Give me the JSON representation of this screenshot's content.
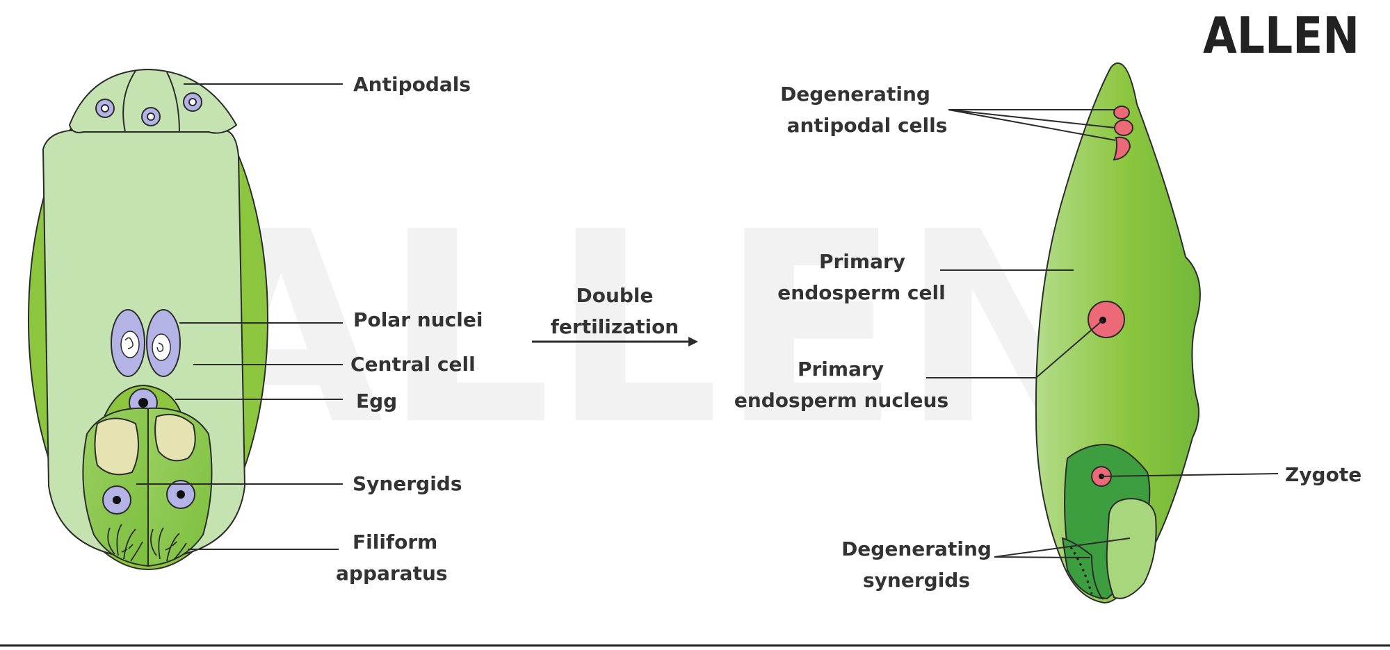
{
  "logo": {
    "text": "ALLEN",
    "watermark": "ALLEN"
  },
  "left_labels": {
    "antipodals": "Antipodals",
    "polar_nuclei": "Polar nuclei",
    "central_cell": "Central cell",
    "egg": "Egg",
    "synergids": "Synergids",
    "filiform_1": "Filiform",
    "filiform_2": "apparatus"
  },
  "process": {
    "line1": "Double",
    "line2": "fertilization"
  },
  "right_labels": {
    "degen_antipodal_1": "Degenerating",
    "degen_antipodal_2": "antipodal cells",
    "pec_1": "Primary",
    "pec_2": "endosperm cell",
    "pen_1": "Primary",
    "pen_2": "endosperm nucleus",
    "zygote": "Zygote",
    "degen_syn_1": "Degenerating",
    "degen_syn_2": "synergids"
  },
  "colors": {
    "outer_green": "#8cc63f",
    "inner_green": "#c5e3b0",
    "dark_green": "#3d9e3f",
    "nucleus_blue": "#b3b3e6",
    "cytoplasm_yellow": "#e6e3b3",
    "red": "#ec6a78",
    "outline": "#2b2b2b",
    "watermark": "#f2f2f2"
  }
}
